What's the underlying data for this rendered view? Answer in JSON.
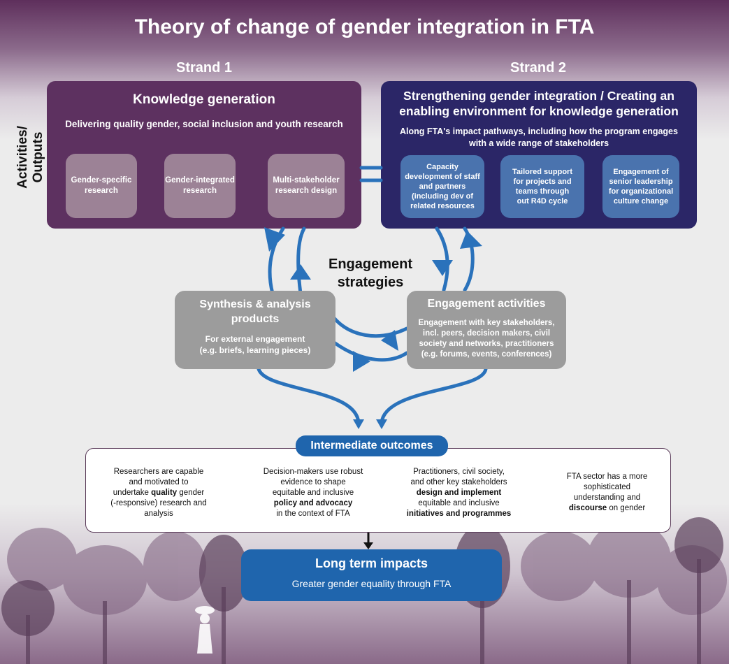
{
  "title": "Theory of change of gender integration in FTA",
  "side_label_line1": "Activities/",
  "side_label_line2": "Outputs",
  "strand1": {
    "label": "Strand 1",
    "heading": "Knowledge generation",
    "subheading": "Delivering quality gender, social inclusion and youth research",
    "items": [
      {
        "line1": "Gender-specific",
        "line2": "research"
      },
      {
        "line1": "Gender-integrated",
        "line2": "research"
      },
      {
        "line1": "Multi-stakeholder",
        "line2": "research design"
      }
    ]
  },
  "strand2": {
    "label": "Strand 2",
    "heading_line1": "Strengthening gender integration / Creating an",
    "heading_line2": "enabling environment for knowledge generation",
    "subheading_line1": "Along FTA's impact pathways, including how the program engages",
    "subheading_line2": "with a wide range of stakeholders",
    "items": [
      {
        "lines": [
          "Capacity",
          "development of staff",
          "and partners",
          "(including dev of",
          "related resources"
        ]
      },
      {
        "lines": [
          "Tailored support",
          "for projects and",
          "teams through",
          "out R4D cycle"
        ]
      },
      {
        "lines": [
          "Engagement of",
          "senior leadership",
          "for organizational",
          "culture change"
        ]
      }
    ]
  },
  "engagement": {
    "title_line1": "Engagement",
    "title_line2": "strategies",
    "synthesis": {
      "title_line1": "Synthesis & analysis",
      "title_line2": "products",
      "body_line1": "For external engagement",
      "body_line2": "(e.g. briefs, learning pieces)"
    },
    "activities": {
      "title": "Engagement activities",
      "lines": [
        "Engagement with key stakeholders,",
        "incl. peers, decision makers, civil",
        "society and networks, practitioners",
        "(e.g. forums, events, conferences)"
      ]
    }
  },
  "intermediate": {
    "label": "Intermediate outcomes",
    "outcomes": [
      {
        "l1": "Researchers are capable",
        "l2": "and motivated to",
        "l3a": "undertake ",
        "l3b": "quality",
        "l3c": " gender",
        "l4": "(-responsive) research and",
        "l5": "analysis"
      },
      {
        "l1": "Decision-makers use robust",
        "l2": "evidence to shape",
        "l3": "equitable and inclusive",
        "l4": "policy and advocacy",
        "l5": "in the context of FTA"
      },
      {
        "l1": "Practitioners, civil society,",
        "l2": "and other key stakeholders",
        "l3": "design and implement",
        "l4": "equitable and inclusive",
        "l5": "initiatives and programmes"
      },
      {
        "l1": "FTA sector has a more",
        "l2": "sophisticated",
        "l3": "understanding and",
        "l4": "discourse",
        "l4b": " on gender"
      }
    ]
  },
  "long_term": {
    "title": "Long term impacts",
    "body": "Greater gender equality through FTA"
  },
  "colors": {
    "strand1": "#5d3160",
    "strand2": "#2b2667",
    "accent_blue": "#1f65ad",
    "arrow_blue": "#2a72bb",
    "grey_box": "#9c9c9c"
  }
}
